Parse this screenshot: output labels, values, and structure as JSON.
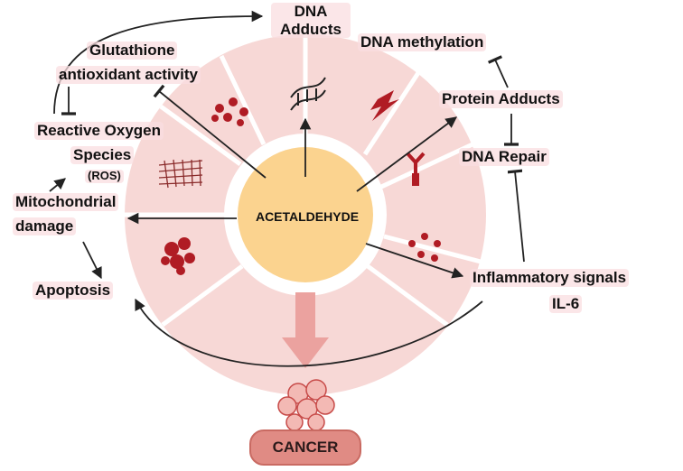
{
  "center": {
    "label": "ACETALDEHYDE"
  },
  "labels": {
    "dna_adducts": "DNA\nAdducts",
    "dna_methylation": "DNA methylation",
    "glutathione_line1": "Glutathione",
    "glutathione_line2": "antioxidant activity",
    "protein_adducts": "Protein Adducts",
    "ros_line1": "Reactive Oxygen",
    "ros_line2": "Species",
    "ros_abbrev": "(ROS)",
    "dna_repair": "DNA Repair",
    "mito_line1": "Mitochondrial",
    "mito_line2": "damage",
    "apoptosis": "Apoptosis",
    "inflammatory_line1": "Inflammatory signals",
    "inflammatory_line2": "IL-6",
    "cancer": "CANCER"
  },
  "colors": {
    "ring": "#f7d8d6",
    "ring_divider": "#ffffff",
    "center_fill": "#fbd38f",
    "arrow_down": "#eba29f",
    "icon_red": "#b01c24",
    "cancer_fill": "#e08b84",
    "line": "#222222"
  },
  "icons": [
    "red-blood-cells-icon",
    "dna-helix-icon",
    "lightning-icon",
    "antibody-icon",
    "inflammatory-cells-icon",
    "blood-clot-icon",
    "mesh-fibers-icon",
    "tumor-cells-icon"
  ]
}
